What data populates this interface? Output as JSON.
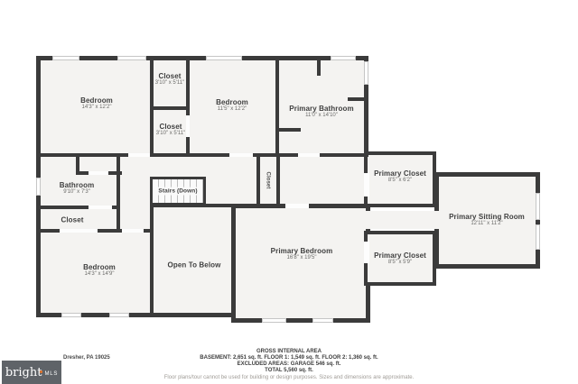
{
  "plan": {
    "rooms": {
      "bedroom_top_left": {
        "name": "Bedroom",
        "dims": "14'3\" x 12'2\""
      },
      "closet_top": {
        "name": "Closet",
        "dims": "3'10\" x 5'11\""
      },
      "closet_mid": {
        "name": "Closet",
        "dims": "3'10\" x 5'11\""
      },
      "bedroom_mid": {
        "name": "Bedroom",
        "dims": "11'5\" x 12'2\""
      },
      "primary_bathroom": {
        "name": "Primary Bathroom",
        "dims": "11'0\" x 14'10\""
      },
      "bathroom": {
        "name": "Bathroom",
        "dims": "9'10\" x 7'3\""
      },
      "closet_left": {
        "name": "Closet"
      },
      "stairs": {
        "name": "Stairs (Down)"
      },
      "closet_primary_wall": {
        "name": "Closet"
      },
      "bedroom_bottom_left": {
        "name": "Bedroom",
        "dims": "14'3\" x 14'9\""
      },
      "open_to_below": {
        "name": "Open To Below"
      },
      "primary_bedroom": {
        "name": "Primary Bedroom",
        "dims": "16'8\" x 19'5\""
      },
      "primary_closet_top": {
        "name": "Primary Closet",
        "dims": "8'5\" x 6'2\""
      },
      "primary_closet_bottom": {
        "name": "Primary Closet",
        "dims": "8'5\" x 5'9\""
      },
      "primary_sitting_room": {
        "name": "Primary Sitting Room",
        "dims": "12'11\" x 11'2\""
      }
    }
  },
  "footer": {
    "title": "GROSS INTERNAL AREA",
    "line1": "BASEMENT: 2,651 sq. ft. FLOOR 1: 1,549 sq. ft. FLOOR 2: 1,360 sq. ft.",
    "line2": "EXCLUDED AREAS: GARAGE  546 sq. ft.",
    "line3": "TOTAL 5,560 sq. ft.",
    "disclaimer": "Floor plans/tour cannot be used for building or design purposes. Sizes and dimensions are approximate.",
    "address": "Dresher, PA 19025"
  },
  "logo": {
    "brand": "bright",
    "suffix": "MLS"
  },
  "colors": {
    "wall": "#3b3b3b",
    "floor": "#f4f3f1",
    "logo_bg": "#5f6368",
    "accent_orange": "#e8762c"
  }
}
